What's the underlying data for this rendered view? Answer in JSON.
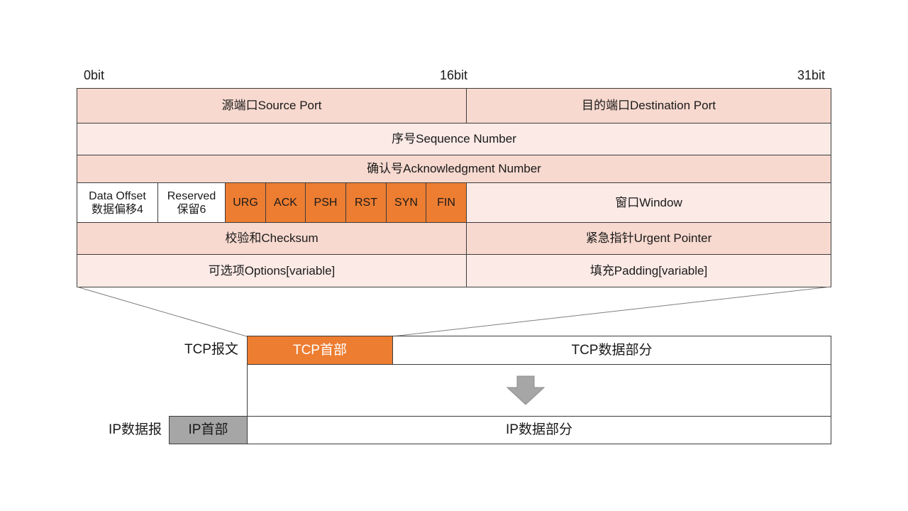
{
  "bits": {
    "start": "0bit",
    "mid": "16bit",
    "end": "31bit"
  },
  "header": {
    "source_port": "源端口Source Port",
    "destination_port": "目的端口Destination Port",
    "sequence_number": "序号Sequence Number",
    "ack_number": "确认号Acknowledgment Number",
    "data_offset": {
      "line1": "Data Offset",
      "line2": "数据偏移4"
    },
    "reserved": {
      "line1": "Reserved",
      "line2": "保留6"
    },
    "flags": [
      "URG",
      "ACK",
      "PSH",
      "RST",
      "SYN",
      "FIN"
    ],
    "window": "窗口Window",
    "checksum": "校验和Checksum",
    "urgent_pointer": "紧急指针Urgent Pointer",
    "options": "可选项Options[variable]",
    "padding": "填充Padding[variable]"
  },
  "tcp_segment": {
    "label": "TCP报文",
    "header": "TCP首部",
    "data": "TCP数据部分"
  },
  "ip_datagram": {
    "label": "IP数据报",
    "header": "IP首部",
    "data": "IP数据部分"
  },
  "colors": {
    "flag": "#ed7d31",
    "row_dark": "#f7d9cf",
    "row_light": "#fbeae5",
    "ip_header": "#a6a6a6",
    "arrow": "#a6a6a6"
  }
}
